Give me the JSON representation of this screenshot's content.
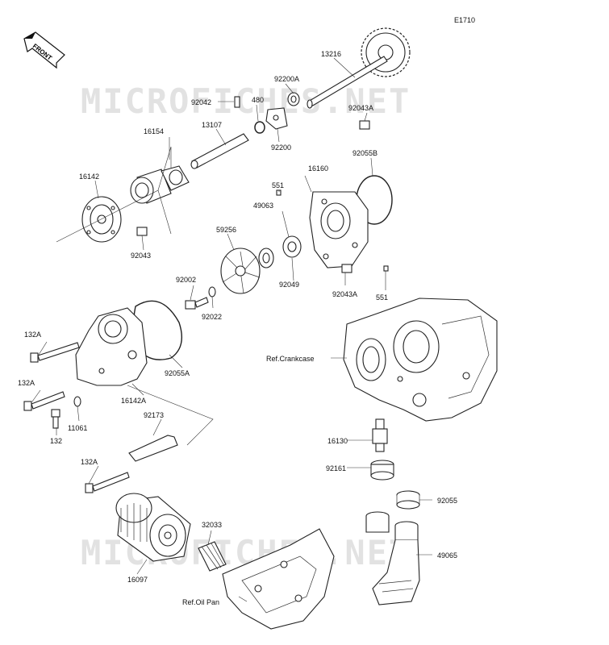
{
  "diagram": {
    "code": "E1710",
    "front_label": "FRONT",
    "watermark": "MICROFICHES.NET",
    "parts": {
      "p13216": "13216",
      "p92200A": "92200A",
      "p92042": "92042",
      "p480": "480",
      "p92043A_top": "92043A",
      "p16154": "16154",
      "p13107": "13107",
      "p92200": "92200",
      "p92055B": "92055B",
      "p16142": "16142",
      "p16160": "16160",
      "p551_top": "551",
      "p49063": "49063",
      "p59256": "59256",
      "p92043": "92043",
      "p92002": "92002",
      "p92049": "92049",
      "p92043A_bot": "92043A",
      "p551_bot": "551",
      "p92022": "92022",
      "p132A_1": "132A",
      "ref_crankcase": "Ref.Crankcase",
      "p92055A": "92055A",
      "p132A_2": "132A",
      "p16142A": "16142A",
      "p11061": "11061",
      "p92173": "92173",
      "p132": "132",
      "p16130": "16130",
      "p132A_3": "132A",
      "p92161": "92161",
      "p92055": "92055",
      "p32033": "32033",
      "p49065": "49065",
      "p16097": "16097",
      "ref_oilpan": "Ref.Oil Pan"
    }
  }
}
